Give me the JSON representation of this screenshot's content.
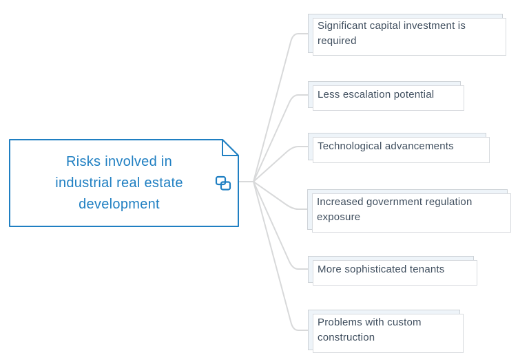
{
  "diagram": {
    "type": "mindmap",
    "root": {
      "label": "Risks involved in industrial real estate development",
      "icon": "duplicate-icon"
    },
    "branches": [
      {
        "label": "Significant capital investment is required"
      },
      {
        "label": "Less escalation potential"
      },
      {
        "label": "Technological advancements"
      },
      {
        "label": "Increased government regulation exposure"
      },
      {
        "label": "More sophisticated tenants"
      },
      {
        "label": "Problems with custom construction"
      }
    ],
    "colors": {
      "root_accent": "#1f7fc2",
      "branch_fill": "#eef4f9",
      "branch_border": "#cdd2d7",
      "branch_text": "#3f4e5e",
      "connector": "#d8d9da"
    }
  }
}
